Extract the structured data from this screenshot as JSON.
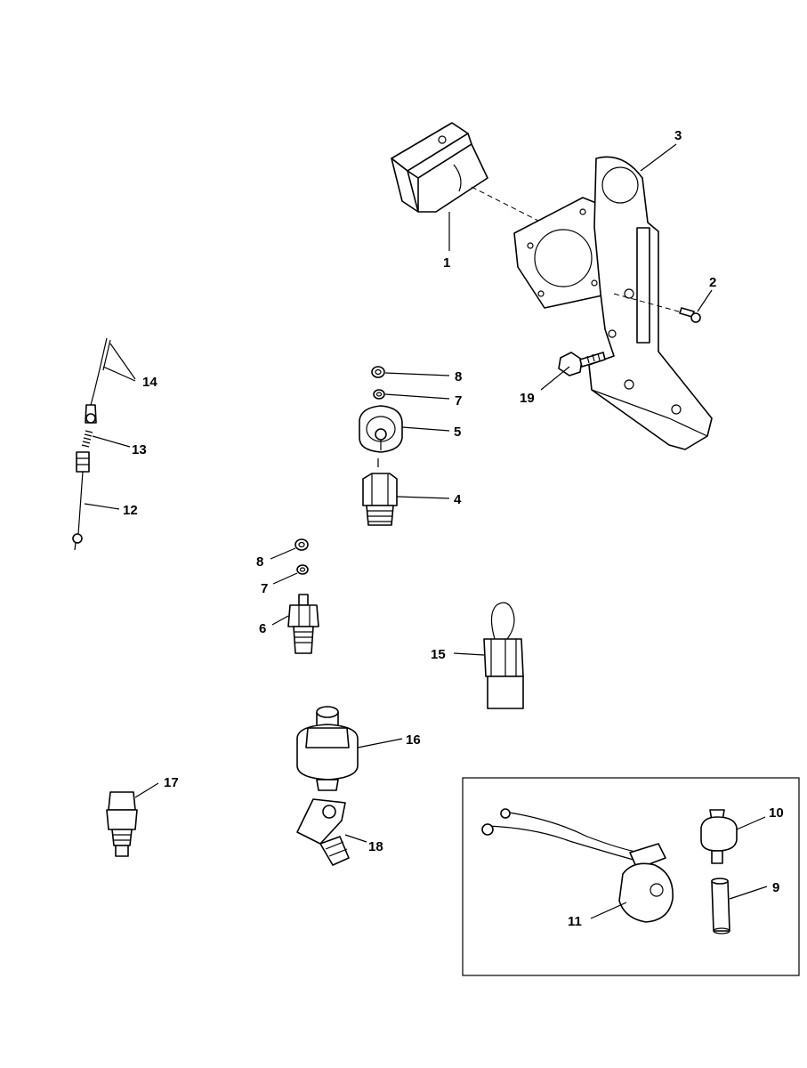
{
  "callouts": {
    "c1": "1",
    "c2": "2",
    "c3": "3",
    "c4": "4",
    "c5": "5",
    "c6": "6",
    "c7a": "7",
    "c7b": "7",
    "c8a": "8",
    "c8b": "8",
    "c9": "9",
    "c10": "10",
    "c11": "11",
    "c12": "12",
    "c13": "13",
    "c14": "14",
    "c15": "15",
    "c16": "16",
    "c17": "17",
    "c18": "18",
    "c19": "19"
  },
  "colors": {
    "line": "#000000",
    "background": "#ffffff"
  }
}
